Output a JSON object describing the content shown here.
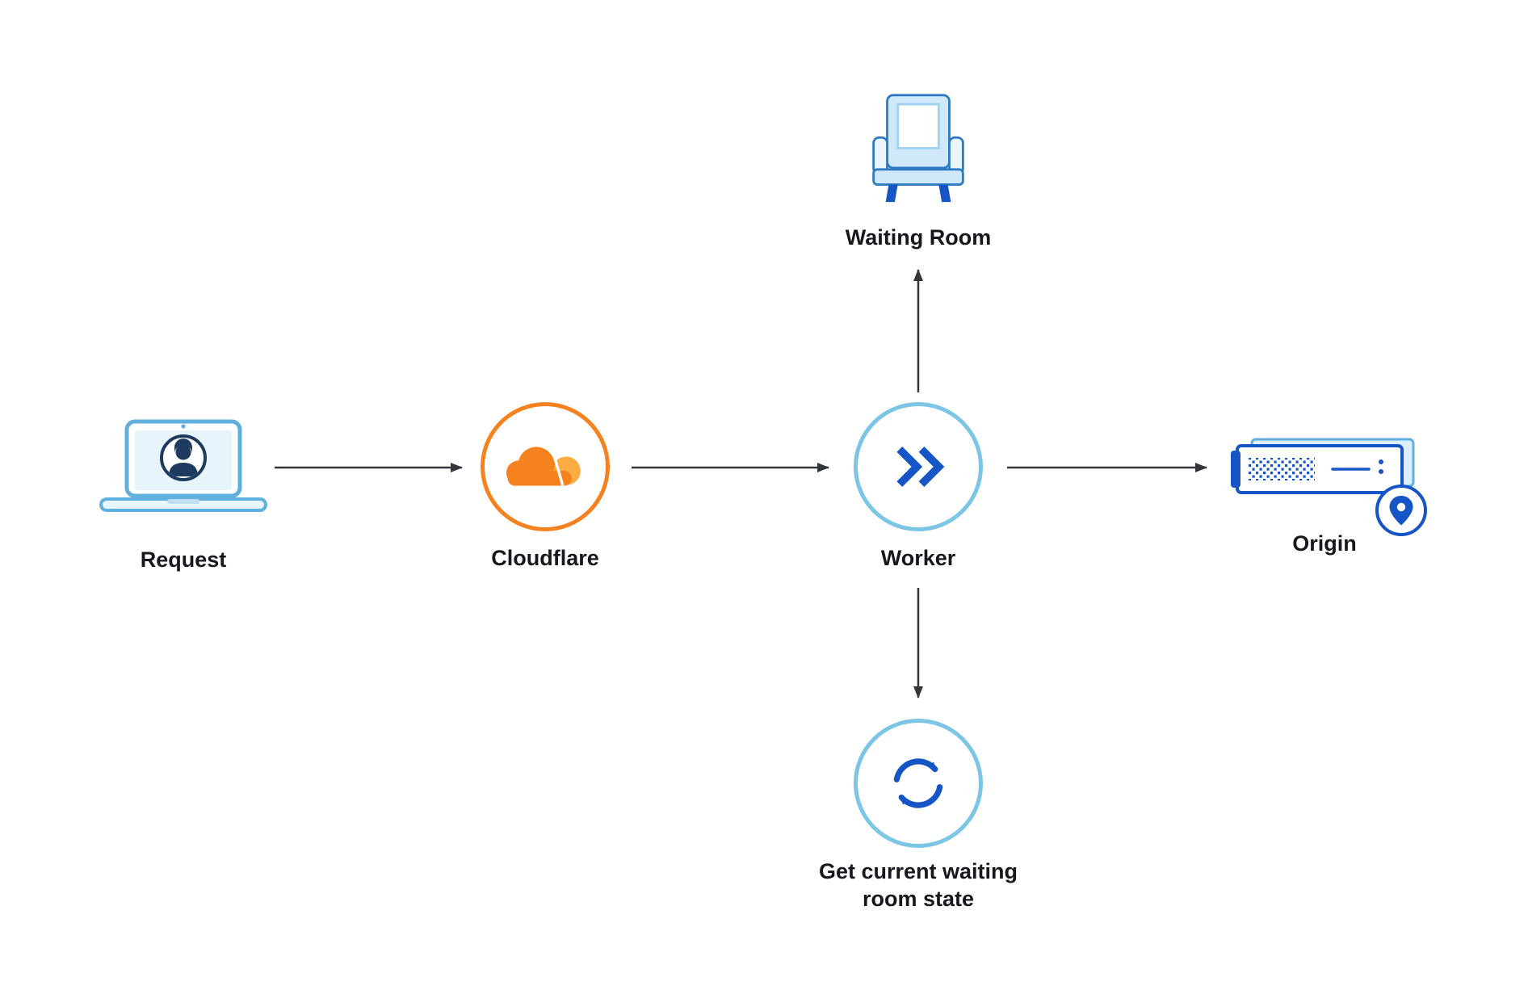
{
  "diagram": {
    "nodes": {
      "request": {
        "label": "Request",
        "icon": "laptop-user-icon"
      },
      "cloudflare": {
        "label": "Cloudflare",
        "icon": "cloudflare-cloud-icon"
      },
      "worker": {
        "label": "Worker",
        "icon": "worker-chevrons-icon"
      },
      "waiting_room": {
        "label": "Waiting Room",
        "icon": "armchair-icon"
      },
      "origin": {
        "label": "Origin",
        "icon": "server-location-icon"
      },
      "waiting_room_state": {
        "label": "Get current waiting room state",
        "icon": "refresh-cycle-icon"
      }
    },
    "edges": [
      {
        "from": "request",
        "to": "cloudflare"
      },
      {
        "from": "cloudflare",
        "to": "worker"
      },
      {
        "from": "worker",
        "to": "waiting_room"
      },
      {
        "from": "worker",
        "to": "origin"
      },
      {
        "from": "worker",
        "to": "waiting_room_state"
      }
    ],
    "colors": {
      "background": "#ffffff",
      "arrow": "#33363b",
      "cloudflare_orange": "#f6821f",
      "cloudflare_orange_light": "#fbad41",
      "worker_blue": "#1655c5",
      "ring_light_blue": "#7cc5e5",
      "icon_light_blue": "#cfe9fa",
      "avatar_navy": "#1e3a5f"
    }
  }
}
